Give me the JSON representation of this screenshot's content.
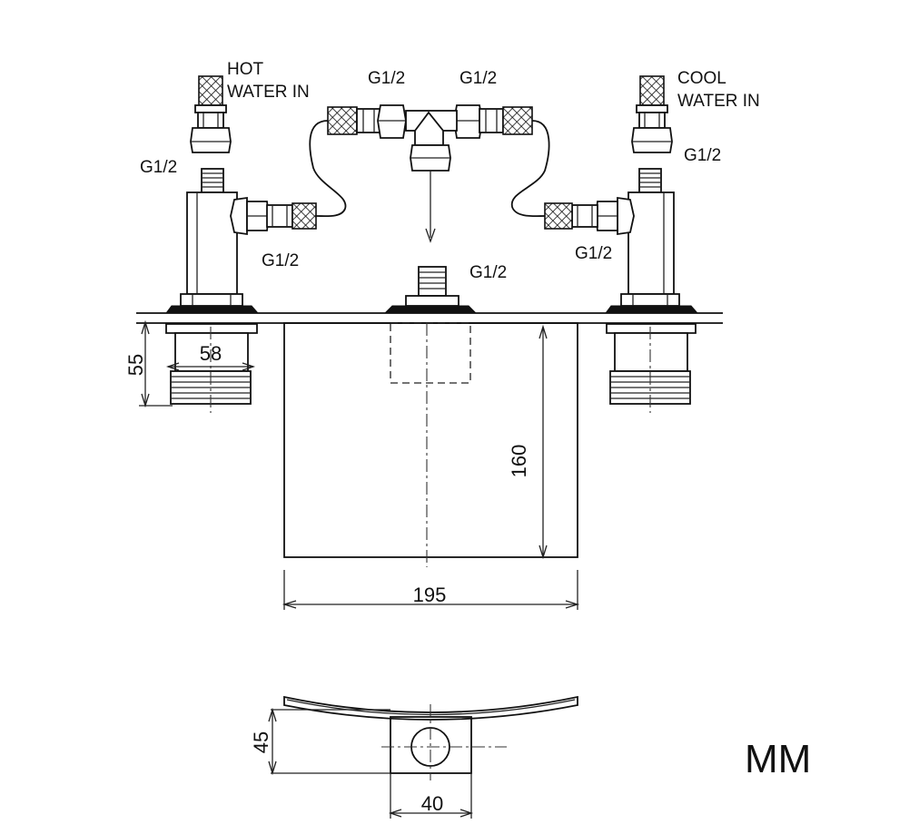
{
  "labels": {
    "hot_line1": "HOT",
    "hot_line2": "WATER IN",
    "cool_line1": "COOL",
    "cool_line2": "WATER IN",
    "g_top_left": "G1/2",
    "g_top_right": "G1/2",
    "g_left_supply": "G1/2",
    "g_right_supply": "G1/2",
    "g_left_side": "G1/2",
    "g_right_side": "G1/2",
    "g_center": "G1/2"
  },
  "dimensions": {
    "handle_height": "55",
    "handle_diameter": "58",
    "spout_height": "160",
    "spout_width": "195",
    "plan_depth": "45",
    "plan_base_width": "40"
  },
  "unit": "MM"
}
